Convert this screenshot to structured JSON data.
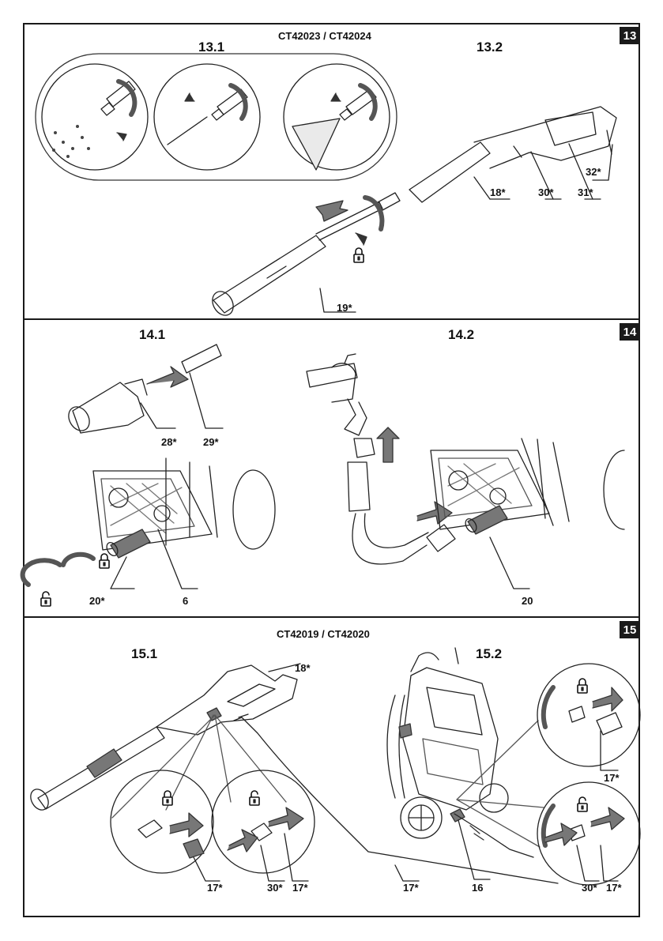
{
  "sections": [
    {
      "number": "13",
      "models": "CT42023 / CT42024",
      "steps": [
        "13.1",
        "13.2"
      ],
      "callouts": [
        "32*",
        "18*",
        "30*",
        "31*",
        "19*"
      ]
    },
    {
      "number": "14",
      "steps": [
        "14.1",
        "14.2"
      ],
      "callouts": [
        "28*",
        "29*",
        "20*",
        "6",
        "20"
      ]
    },
    {
      "number": "15",
      "models": "CT42019 / CT42020",
      "steps": [
        "15.1",
        "15.2"
      ],
      "callouts": [
        "18*",
        "17*",
        "30*",
        "17*",
        "17*",
        "16",
        "17*",
        "30*",
        "17*"
      ]
    }
  ],
  "icons": [
    "lock-closed-icon",
    "lock-open-icon",
    "arrow-icon"
  ]
}
